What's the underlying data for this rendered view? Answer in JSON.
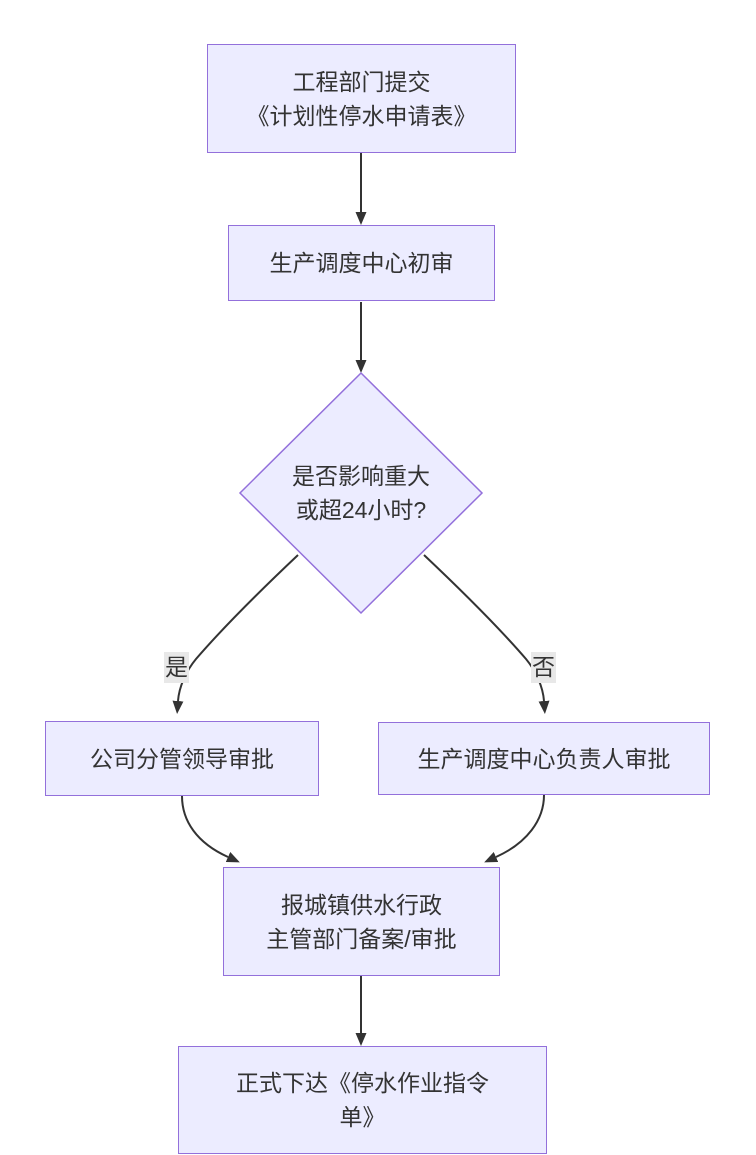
{
  "diagram": {
    "type": "flowchart",
    "direction": "top-down",
    "colors": {
      "background": "#ffffff",
      "node_fill": "#ECECFF",
      "node_border": "#9370DB",
      "edge_line": "#333333",
      "text": "#333333",
      "edge_label_background": "#e8e8e8"
    },
    "nodes": {
      "submit": {
        "line1": "工程部门提交",
        "line2": "《计划性停水申请表》"
      },
      "review": {
        "label": "生产调度中心初审"
      },
      "decision": {
        "line1": "是否影响重大",
        "line2": "或超24小时?"
      },
      "leader": {
        "label": "公司分管领导审批"
      },
      "head": {
        "label": "生产调度中心负责人审批"
      },
      "filing": {
        "line1": "报城镇供水行政",
        "line2": "主管部门备案/审批"
      },
      "order": {
        "line1": "正式下达《停水作业指令",
        "line2": "单》"
      }
    },
    "edge_labels": {
      "yes": "是",
      "no": "否"
    }
  }
}
